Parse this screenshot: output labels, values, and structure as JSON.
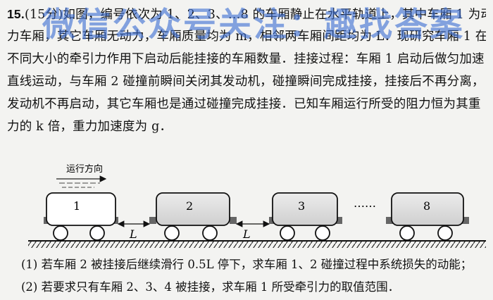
{
  "question": {
    "number": "15.",
    "score": "(15分)",
    "lines": [
      "如图，编号依次为 1、2、3、…8 的车厢静止在水平轨道上，其中车厢 1 为动",
      "力车厢，其它车厢无动力，车厢质量均为 m，相邻两车厢间距均为 L．现研究车厢 1 在",
      "不同大小的牵引力作用下启动后能挂接的车厢数量．挂接过程：车厢 1 启动后做匀加速",
      "直线运动，与车厢 2 碰撞前瞬间关闭其发动机，碰撞瞬间完成挂接，挂接后不再分离，",
      "发动机不再启动，其它车厢也是通过碰撞完成挂接．已知车厢运行所受的阻力恒为其重",
      "力的 k 倍，重力加速度为 g．"
    ],
    "sub1": "(1) 若车厢 2 被挂接后继续滑行 0.5L 停下，求车厢 1、2 碰撞过程中系统损失的动能；",
    "sub2": "(2) 若要求只有车厢 2、3、4 被挂接，求车厢 1 所受牵引力的取值范围．"
  },
  "watermark": "微信公众号关注：趣找答案",
  "figure": {
    "direction_label": "运行方向",
    "cars": [
      "1",
      "2",
      "3",
      "8"
    ],
    "ellipsis": "……",
    "gap_label": "L"
  }
}
